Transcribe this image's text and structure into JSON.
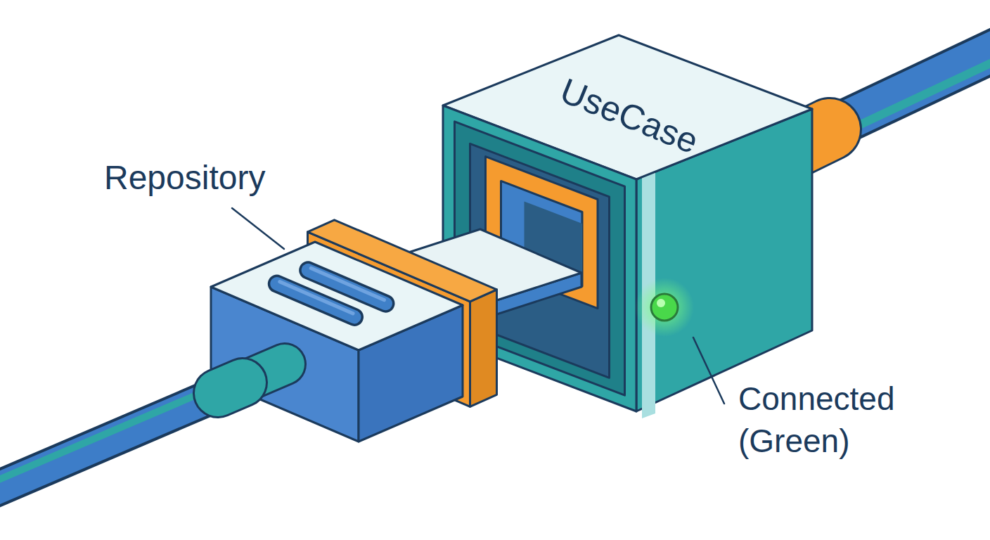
{
  "diagram": {
    "nodes": [
      {
        "text": [
          "UseCase"
        ]
      }
    ],
    "labels": [
      "Repository",
      "Connected (Green)"
    ]
  }
}
